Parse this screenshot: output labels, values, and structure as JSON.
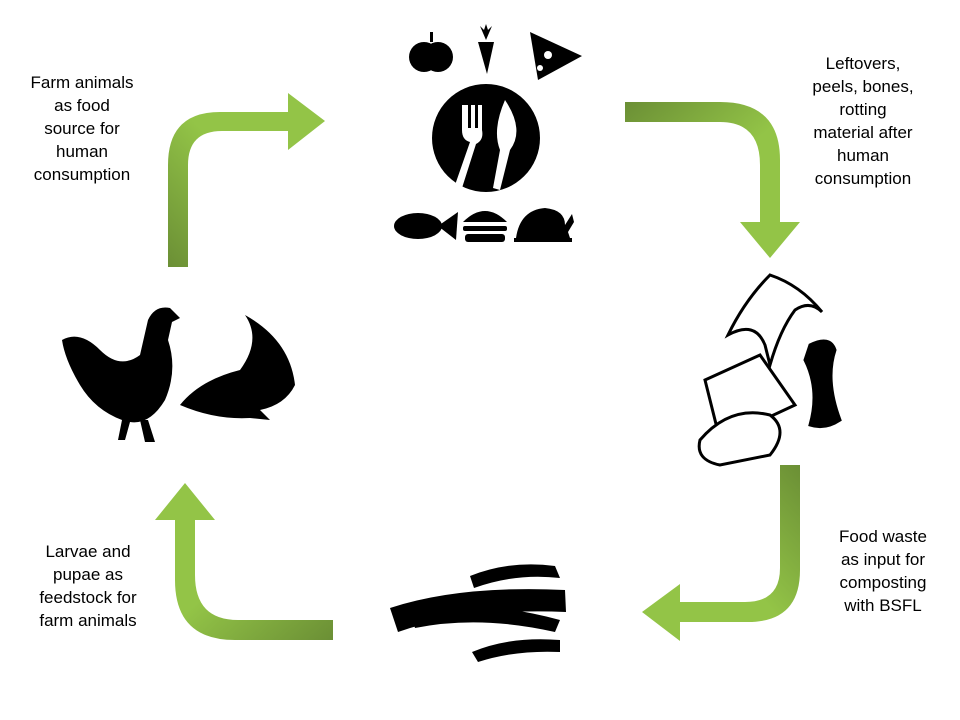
{
  "labels": {
    "farm_animals": "Farm animals\nas food\nsource for\nhuman\nconsumption",
    "leftovers": "Leftovers,\npeels, bones,\nrotting\nmaterial after\nhuman\nconsumption",
    "food_waste": "Food waste\nas input for\ncomposting\nwith BSFL",
    "larvae": "Larvae and\npupae as\nfeedstock for\nfarm animals"
  },
  "colors": {
    "arrow_light": "#93C447",
    "arrow_dark": "#6B8F35",
    "icon": "#000000"
  }
}
